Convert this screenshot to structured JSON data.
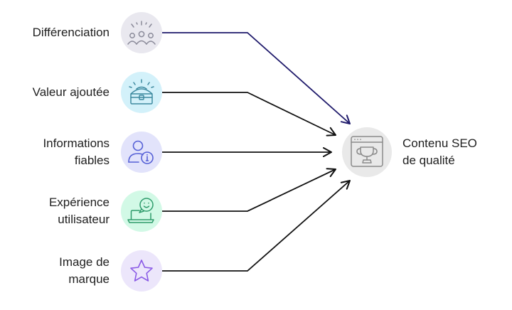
{
  "sources": [
    {
      "lines": [
        "Différenciation"
      ],
      "icon": "crowd-celebration-icon",
      "circle_color": "#e9e8ef",
      "icon_color": "#8a8a99"
    },
    {
      "lines": [
        "Valeur ajoutée"
      ],
      "icon": "treasure-chest-icon",
      "circle_color": "#d3f1fa",
      "icon_color": "#3e8aa0"
    },
    {
      "lines": [
        "Informations",
        "fiables"
      ],
      "icon": "user-info-icon",
      "circle_color": "#e2e3fb",
      "icon_color": "#5560d6"
    },
    {
      "lines": [
        "Expérience",
        "utilisateur"
      ],
      "icon": "laptop-chat-smile-icon",
      "circle_color": "#d2f9e6",
      "icon_color": "#2f9c6c"
    },
    {
      "lines": [
        "Image de",
        "marque"
      ],
      "icon": "star-icon",
      "circle_color": "#ece6fb",
      "icon_color": "#8a5ae6"
    }
  ],
  "target": {
    "lines": [
      "Contenu SEO",
      "de qualité"
    ],
    "icon": "browser-trophy-icon",
    "circle_color": "#e9e9e9",
    "icon_color": "#8a8a8a"
  },
  "colors": {
    "arrow_first": "#1f1a6b",
    "arrow": "#111111",
    "text": "#1f1f1f"
  }
}
